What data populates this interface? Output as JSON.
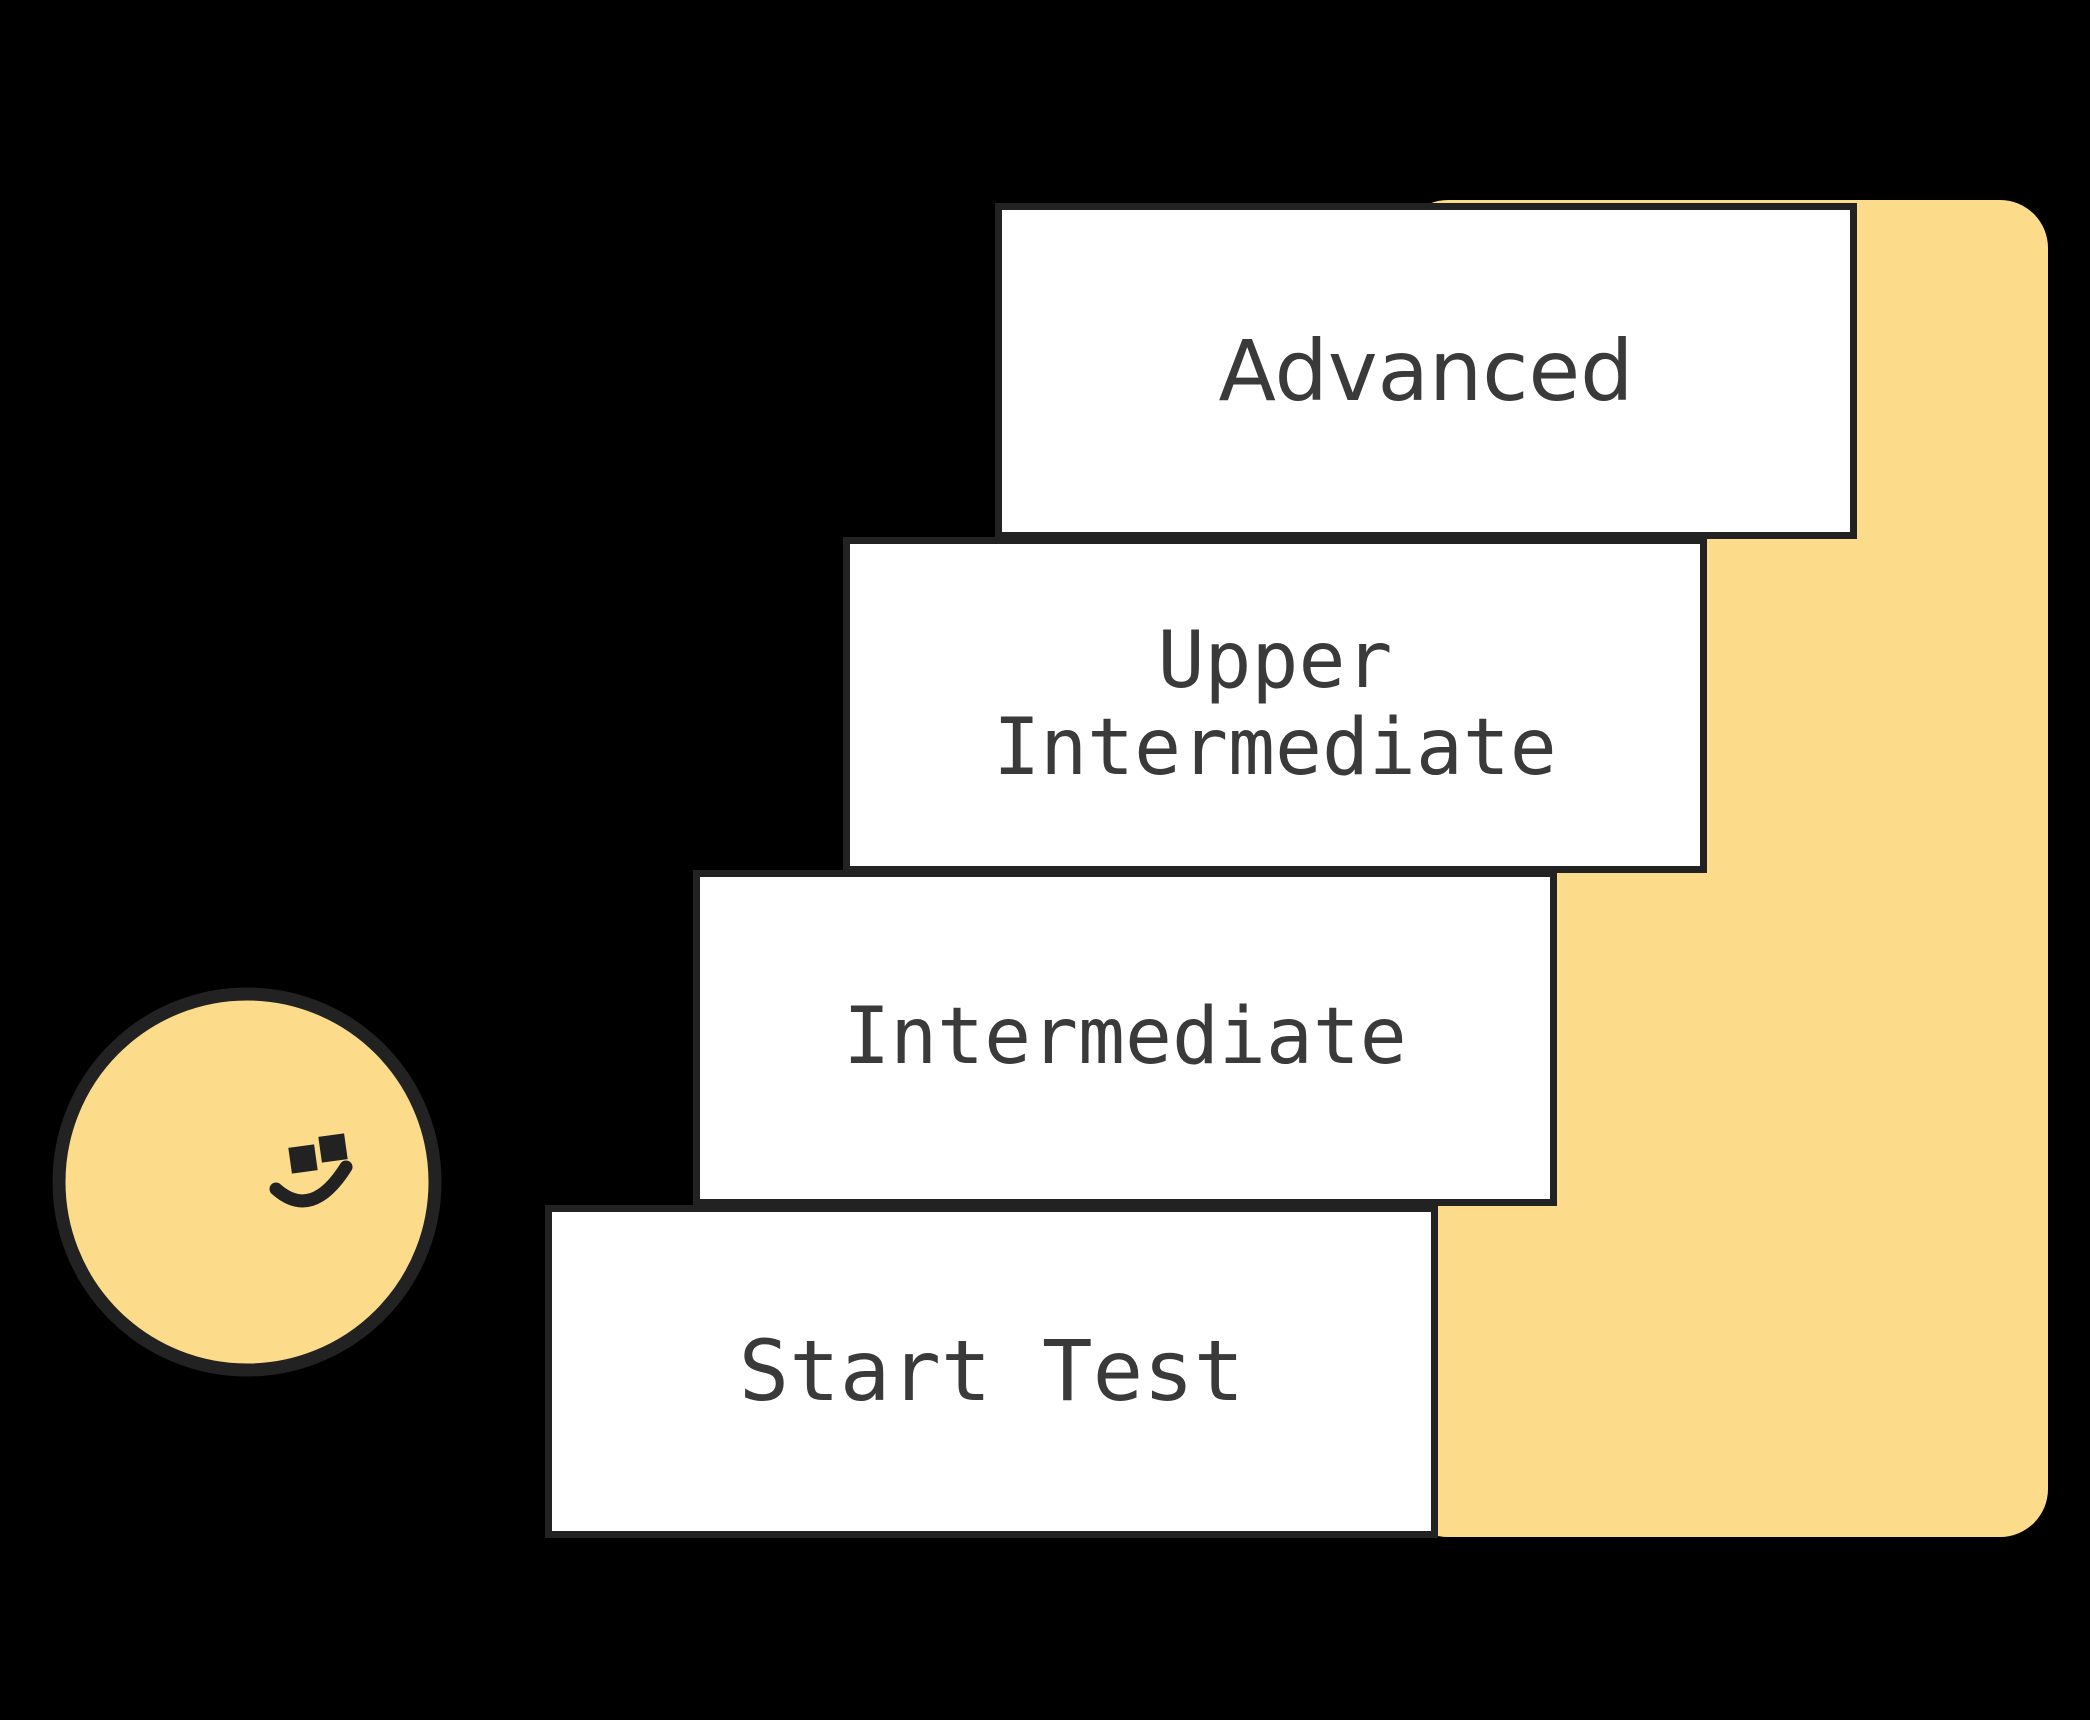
{
  "theme": {
    "background_color": "#000000",
    "panel_color": "#FCDC8A",
    "step_fill_color": "#FFFFFF",
    "step_border_color": "#222222",
    "text_color": "#3A3A3A",
    "avatar_fill_color": "#FCDC8A",
    "avatar_stroke_color": "#222222"
  },
  "avatar": {
    "name": "smiley-face",
    "expression": "smiling",
    "eyes": 2,
    "mouth": "smile"
  },
  "staircase": {
    "name": "level-staircase",
    "order": "ascending",
    "steps": [
      {
        "id": "start-test",
        "label": "Start Test",
        "level": 1
      },
      {
        "id": "intermediate",
        "label": "Intermediate",
        "level": 2
      },
      {
        "id": "upper",
        "label": "Upper\nIntermediate",
        "level": 3
      },
      {
        "id": "advanced",
        "label": "Advanced",
        "level": 4
      }
    ]
  }
}
